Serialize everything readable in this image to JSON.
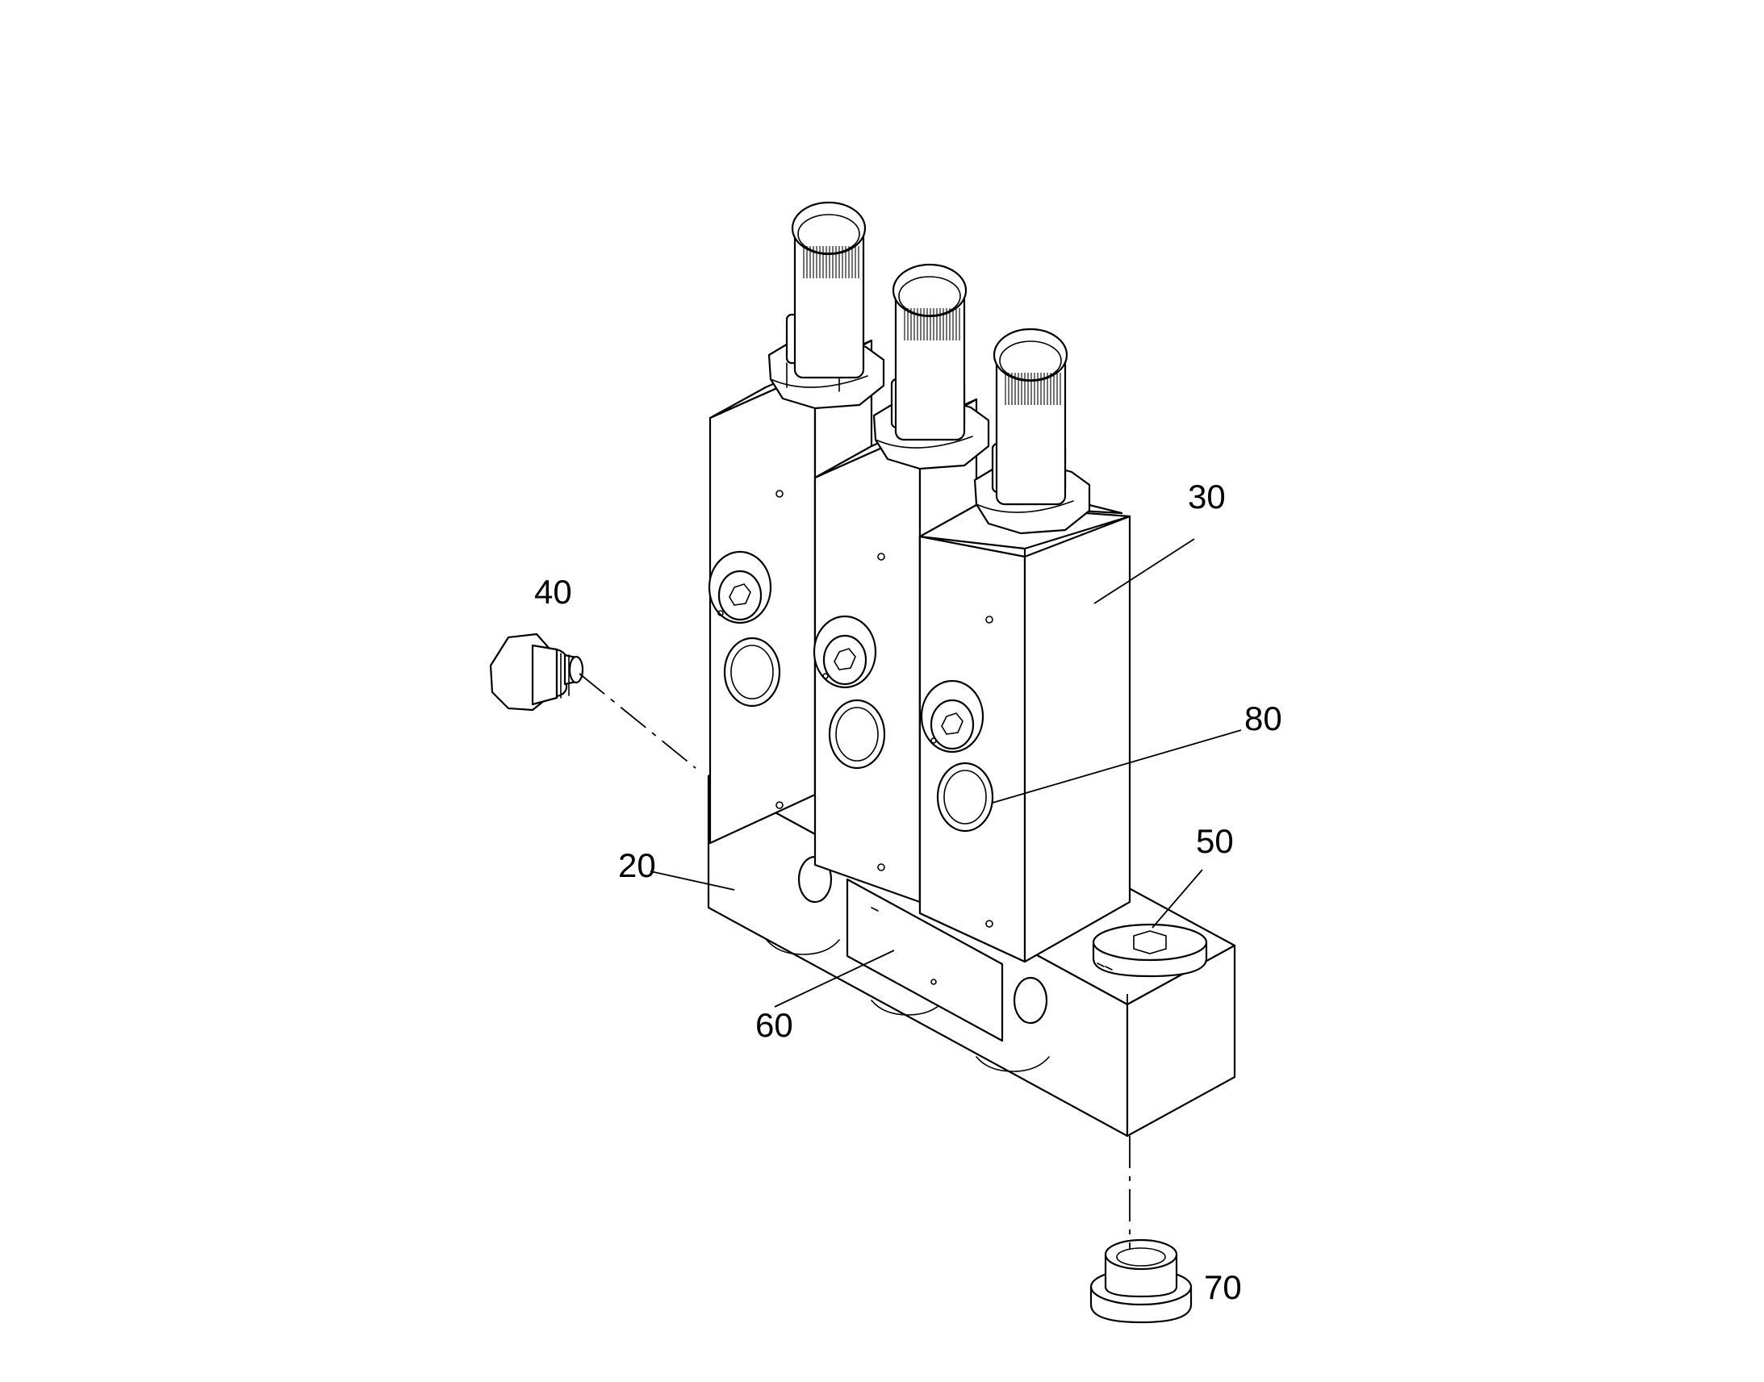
{
  "labels": {
    "l20": "20",
    "l30": "30",
    "l40": "40",
    "l50": "50",
    "l60": "60",
    "l70": "70",
    "l80": "80"
  },
  "colors": {
    "line": "#000000",
    "background": "#ffffff"
  }
}
